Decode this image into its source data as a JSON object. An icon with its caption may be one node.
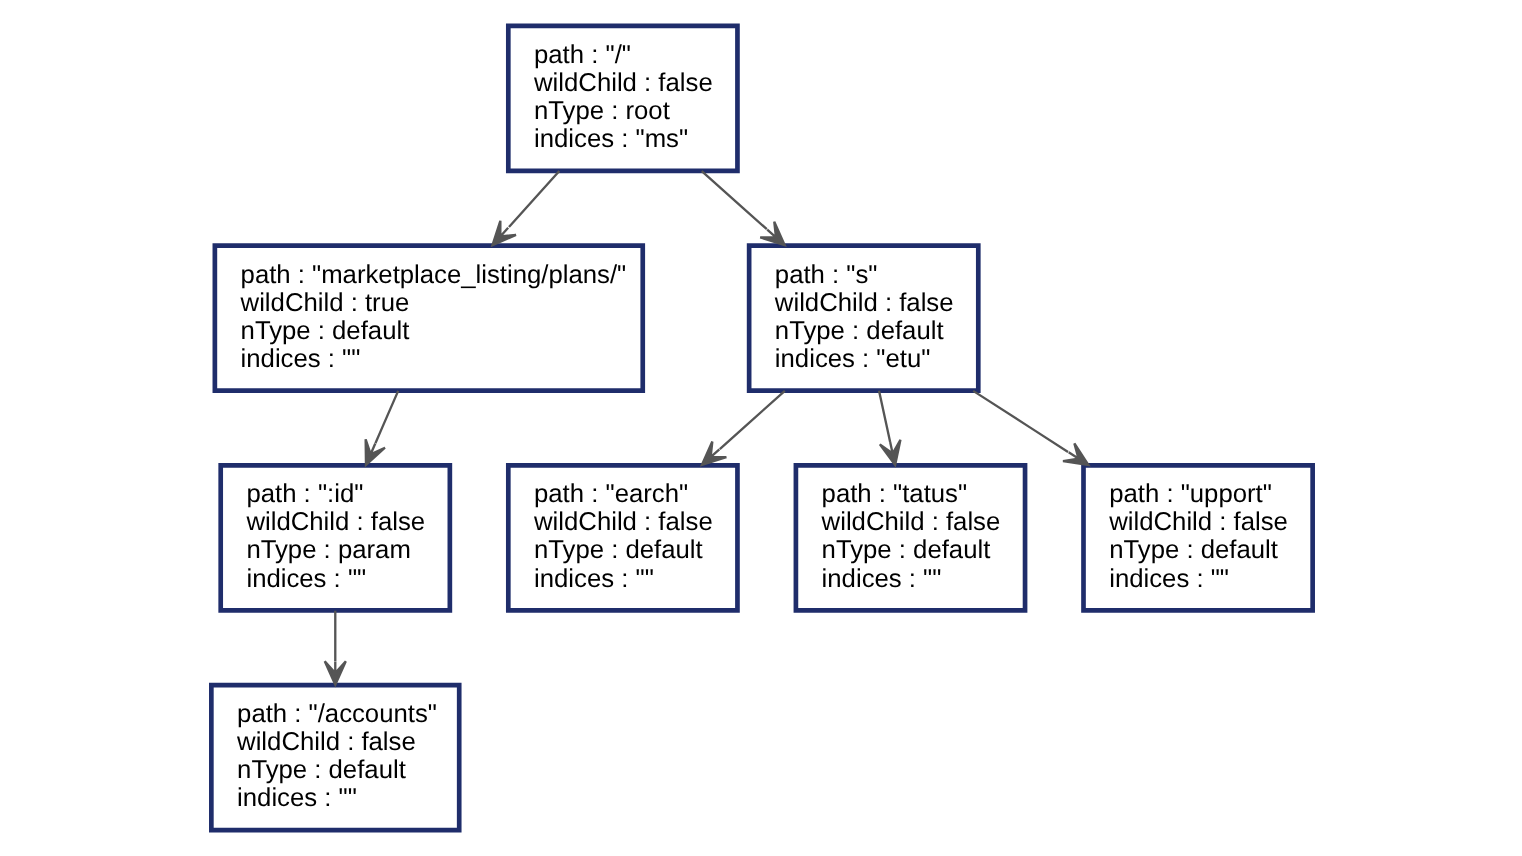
{
  "diagram": {
    "nodes": [
      {
        "text": [
          "path : \"/\"",
          "wildChild : false",
          "nType : root",
          "indices : \"ms\""
        ]
      },
      {
        "text": [
          "path : \"marketplace_listing/plans/\"",
          "wildChild : true",
          "nType : default",
          "indices : \"\""
        ]
      },
      {
        "text": [
          "path : \"s\"",
          "wildChild : false",
          "nType : default",
          "indices : \"etu\""
        ]
      },
      {
        "text": [
          "path : \":id\"",
          "wildChild : false",
          "nType : param",
          "indices : \"\""
        ]
      },
      {
        "text": [
          "path : \"earch\"",
          "wildChild : false",
          "nType : default",
          "indices : \"\""
        ]
      },
      {
        "text": [
          "path : \"tatus\"",
          "wildChild : false",
          "nType : default",
          "indices : \"\""
        ]
      },
      {
        "text": [
          "path : \"upport\"",
          "wildChild : false",
          "nType : default",
          "indices : \"\""
        ]
      },
      {
        "text": [
          "path : \"/accounts\"",
          "wildChild : false",
          "nType : default",
          "indices : \"\""
        ]
      }
    ],
    "edges": [
      {
        "from": 0,
        "to": 1,
        "arrow": "to"
      },
      {
        "from": 0,
        "to": 2,
        "arrow": "to"
      },
      {
        "from": 1,
        "to": 3,
        "arrow": "to"
      },
      {
        "from": 2,
        "to": 4,
        "arrow": "to"
      },
      {
        "from": 2,
        "to": 5,
        "arrow": "to"
      },
      {
        "from": 2,
        "to": 6,
        "arrow": "to"
      },
      {
        "from": 3,
        "to": 7,
        "arrow": "to"
      }
    ]
  }
}
